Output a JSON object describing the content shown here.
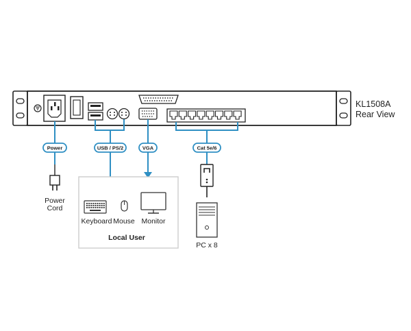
{
  "device": {
    "model": "KL1508A",
    "view": "Rear View"
  },
  "tags": {
    "power": "Power",
    "usb_ps2": "USB / PS/2",
    "vga": "VGA",
    "cat": "Cat 5e/6"
  },
  "power_cord": {
    "line1": "Power",
    "line2": "Cord"
  },
  "local_user": {
    "keyboard": "Keyboard",
    "mouse": "Mouse",
    "monitor": "Monitor",
    "title": "Local User"
  },
  "pc": {
    "label": "PC x 8"
  },
  "colors": {
    "line": "#2e8fc3",
    "outline": "#222222",
    "box_border": "#cccccc"
  }
}
